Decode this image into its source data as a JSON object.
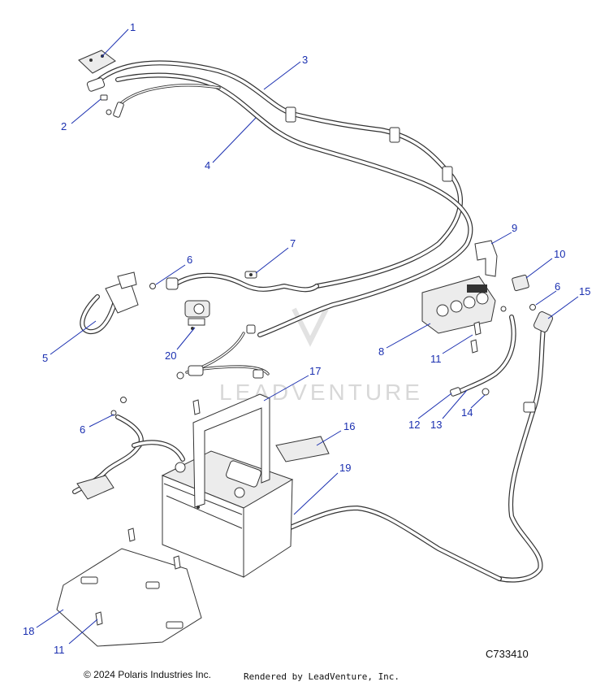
{
  "diagram": {
    "id": "C733410",
    "watermark": "LEADVENTURE",
    "callouts": [
      {
        "n": "1"
      },
      {
        "n": "2"
      },
      {
        "n": "3"
      },
      {
        "n": "4"
      },
      {
        "n": "5"
      },
      {
        "n": "6"
      },
      {
        "n": "6"
      },
      {
        "n": "6"
      },
      {
        "n": "7"
      },
      {
        "n": "8"
      },
      {
        "n": "9"
      },
      {
        "n": "10"
      },
      {
        "n": "11"
      },
      {
        "n": "11"
      },
      {
        "n": "12"
      },
      {
        "n": "13"
      },
      {
        "n": "14"
      },
      {
        "n": "15"
      },
      {
        "n": "16"
      },
      {
        "n": "17"
      },
      {
        "n": "18"
      },
      {
        "n": "19"
      },
      {
        "n": "20"
      }
    ]
  },
  "footer": {
    "copyright": "© 2024 Polaris Industries Inc.",
    "rendered_by": "Rendered by LeadVenture, Inc."
  }
}
